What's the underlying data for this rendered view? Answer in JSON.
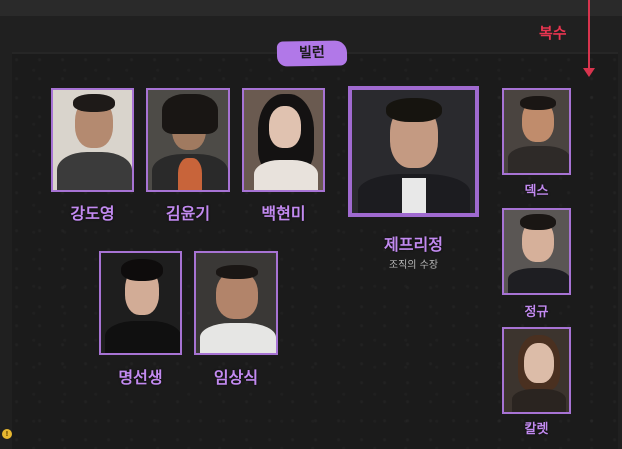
{
  "section": {
    "label": "빌런"
  },
  "relation": {
    "label": "복수",
    "color": "#e83550"
  },
  "characters": [
    {
      "name": "강도영"
    },
    {
      "name": "김윤기"
    },
    {
      "name": "백현미"
    },
    {
      "name": "제프리정",
      "role": "조직의 수장"
    },
    {
      "name": "덱스"
    },
    {
      "name": "정규"
    },
    {
      "name": "명선생"
    },
    {
      "name": "임상식"
    },
    {
      "name": "칼렛"
    }
  ],
  "colors": {
    "accent": "#b178e8",
    "name_text": "#c28af0",
    "arrow": "#d8344e"
  },
  "icons": {
    "corner": "info-badge-icon"
  }
}
